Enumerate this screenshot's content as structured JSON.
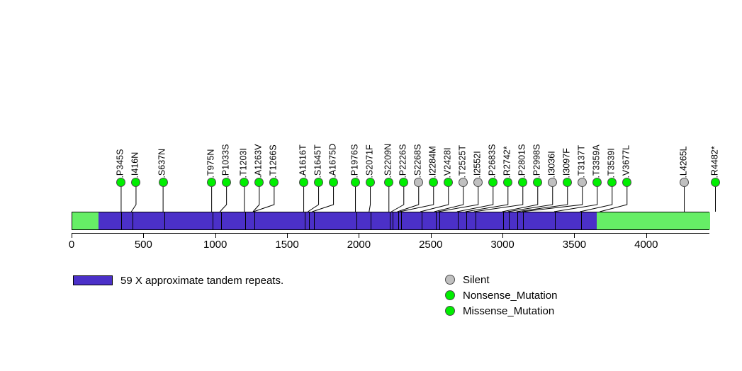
{
  "chart_data": {
    "type": "lollipop",
    "title": "",
    "xlabel": "",
    "ylabel": "",
    "xlim": [
      0,
      4440
    ],
    "axis": {
      "ticks": [
        0,
        500,
        1000,
        1500,
        2000,
        2500,
        3000,
        3500,
        4000
      ],
      "tick_labels": [
        "0",
        "500",
        "1000",
        "1500",
        "2000",
        "2500",
        "3000",
        "3500",
        "4000"
      ]
    },
    "protein_length": 4440,
    "domains": [
      {
        "name": "n-terminal-region",
        "start": 0,
        "end": 182,
        "color": "#66ee66"
      },
      {
        "name": "tandem-repeat-region",
        "start": 182,
        "end": 3652,
        "color": "#4b30c8"
      },
      {
        "name": "c-terminal-region",
        "start": 3652,
        "end": 4440,
        "color": "#66ee66"
      }
    ],
    "mutations": [
      {
        "label": "p.P345S",
        "position": 345,
        "type": "Missense_Mutation",
        "color": "#00ee00"
      },
      {
        "label": "p.I416N",
        "position": 416,
        "type": "Missense_Mutation",
        "color": "#00ee00"
      },
      {
        "label": "p.S637N",
        "position": 637,
        "type": "Missense_Mutation",
        "color": "#00ee00"
      },
      {
        "label": "p.T975N",
        "position": 975,
        "type": "Missense_Mutation",
        "color": "#00ee00"
      },
      {
        "label": "p.P1033S",
        "position": 1033,
        "type": "Missense_Mutation",
        "color": "#00ee00"
      },
      {
        "label": "p.T1203I",
        "position": 1203,
        "type": "Missense_Mutation",
        "color": "#00ee00"
      },
      {
        "label": "p.A1263V",
        "position": 1263,
        "type": "Missense_Mutation",
        "color": "#00ee00"
      },
      {
        "label": "p.T1266S",
        "position": 1266,
        "type": "Missense_Mutation",
        "color": "#00ee00"
      },
      {
        "label": "p.A1616T",
        "position": 1616,
        "type": "Missense_Mutation",
        "color": "#00ee00"
      },
      {
        "label": "p.S1645T",
        "position": 1645,
        "type": "Missense_Mutation",
        "color": "#00ee00"
      },
      {
        "label": "p.A1675D",
        "position": 1675,
        "type": "Missense_Mutation",
        "color": "#00ee00"
      },
      {
        "label": "p.P1976S",
        "position": 1976,
        "type": "Missense_Mutation",
        "color": "#00ee00"
      },
      {
        "label": "p.S2071F",
        "position": 2071,
        "type": "Missense_Mutation",
        "color": "#00ee00"
      },
      {
        "label": "p.S2209N",
        "position": 2209,
        "type": "Missense_Mutation",
        "color": "#00ee00"
      },
      {
        "label": "p.P2226S",
        "position": 2226,
        "type": "Missense_Mutation",
        "color": "#00ee00"
      },
      {
        "label": "p.S2268S",
        "position": 2268,
        "type": "Silent",
        "color": "#c0c0c0"
      },
      {
        "label": "p.I2284M",
        "position": 2284,
        "type": "Missense_Mutation",
        "color": "#00ee00"
      },
      {
        "label": "p.V2428I",
        "position": 2428,
        "type": "Missense_Mutation",
        "color": "#00ee00"
      },
      {
        "label": "p.T2525T",
        "position": 2525,
        "type": "Silent",
        "color": "#c0c0c0"
      },
      {
        "label": "p.I2552I",
        "position": 2552,
        "type": "Silent",
        "color": "#c0c0c0"
      },
      {
        "label": "p.P2683S",
        "position": 2683,
        "type": "Missense_Mutation",
        "color": "#00ee00"
      },
      {
        "label": "p.R2742*",
        "position": 2742,
        "type": "Nonsense_Mutation",
        "color": "#00ee00"
      },
      {
        "label": "p.P2801S",
        "position": 2801,
        "type": "Missense_Mutation",
        "color": "#00ee00"
      },
      {
        "label": "p.P2998S",
        "position": 2998,
        "type": "Missense_Mutation",
        "color": "#00ee00"
      },
      {
        "label": "p.I3036I",
        "position": 3036,
        "type": "Silent",
        "color": "#c0c0c0"
      },
      {
        "label": "p.I3097F",
        "position": 3097,
        "type": "Missense_Mutation",
        "color": "#00ee00"
      },
      {
        "label": "p.T3137T",
        "position": 3137,
        "type": "Silent",
        "color": "#c0c0c0"
      },
      {
        "label": "p.T3359A",
        "position": 3359,
        "type": "Missense_Mutation",
        "color": "#00ee00"
      },
      {
        "label": "p.T3539I",
        "position": 3539,
        "type": "Missense_Mutation",
        "color": "#00ee00"
      },
      {
        "label": "p.V3677L",
        "position": 3677,
        "type": "Missense_Mutation",
        "color": "#00ee00"
      },
      {
        "label": "p.L4265L",
        "position": 4265,
        "type": "Silent",
        "color": "#c0c0c0"
      },
      {
        "label": "p.R4482*",
        "position": 4482,
        "type": "Nonsense_Mutation",
        "color": "#00ee00"
      }
    ],
    "legend": {
      "position": "below",
      "repeat": {
        "label": "59 X approximate tandem repeats.",
        "color": "#4b30c8"
      },
      "mutation_types": [
        {
          "label": "Silent",
          "color": "#c0c0c0"
        },
        {
          "label": "Nonsense_Mutation",
          "color": "#00ee00"
        },
        {
          "label": "Missense_Mutation",
          "color": "#00ee00"
        }
      ]
    }
  }
}
